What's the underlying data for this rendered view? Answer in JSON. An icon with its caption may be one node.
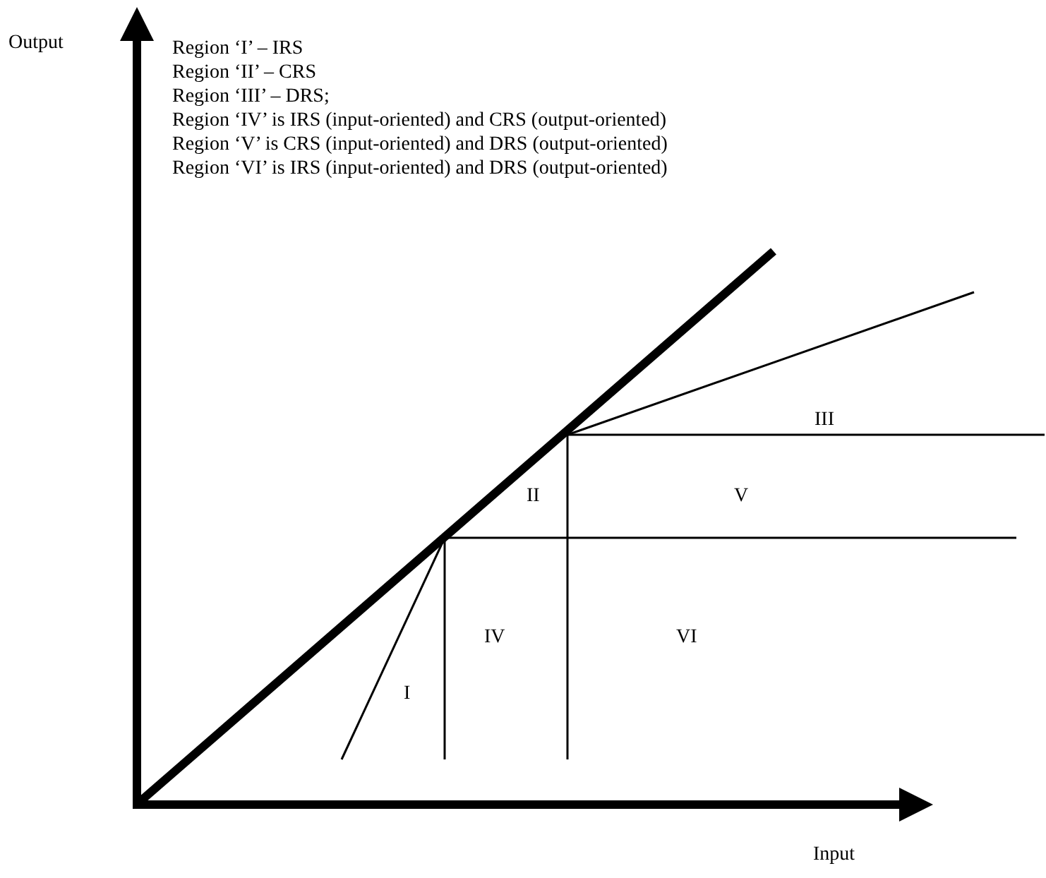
{
  "diagram": {
    "labels": [
      "Output",
      "Region ‘I’ – IRS",
      "Region ‘II’ – CRS",
      "Region ‘III’ – DRS;",
      "Region ‘IV’ is IRS (input-oriented) and CRS (output-oriented)",
      "Region ‘V’ is CRS (input-oriented) and DRS (output-oriented)",
      "Region ‘VI’ is IRS (input-oriented) and DRS (output-oriented)",
      "III",
      "II",
      "V",
      "IV",
      "VI",
      "I",
      "Input"
    ]
  }
}
